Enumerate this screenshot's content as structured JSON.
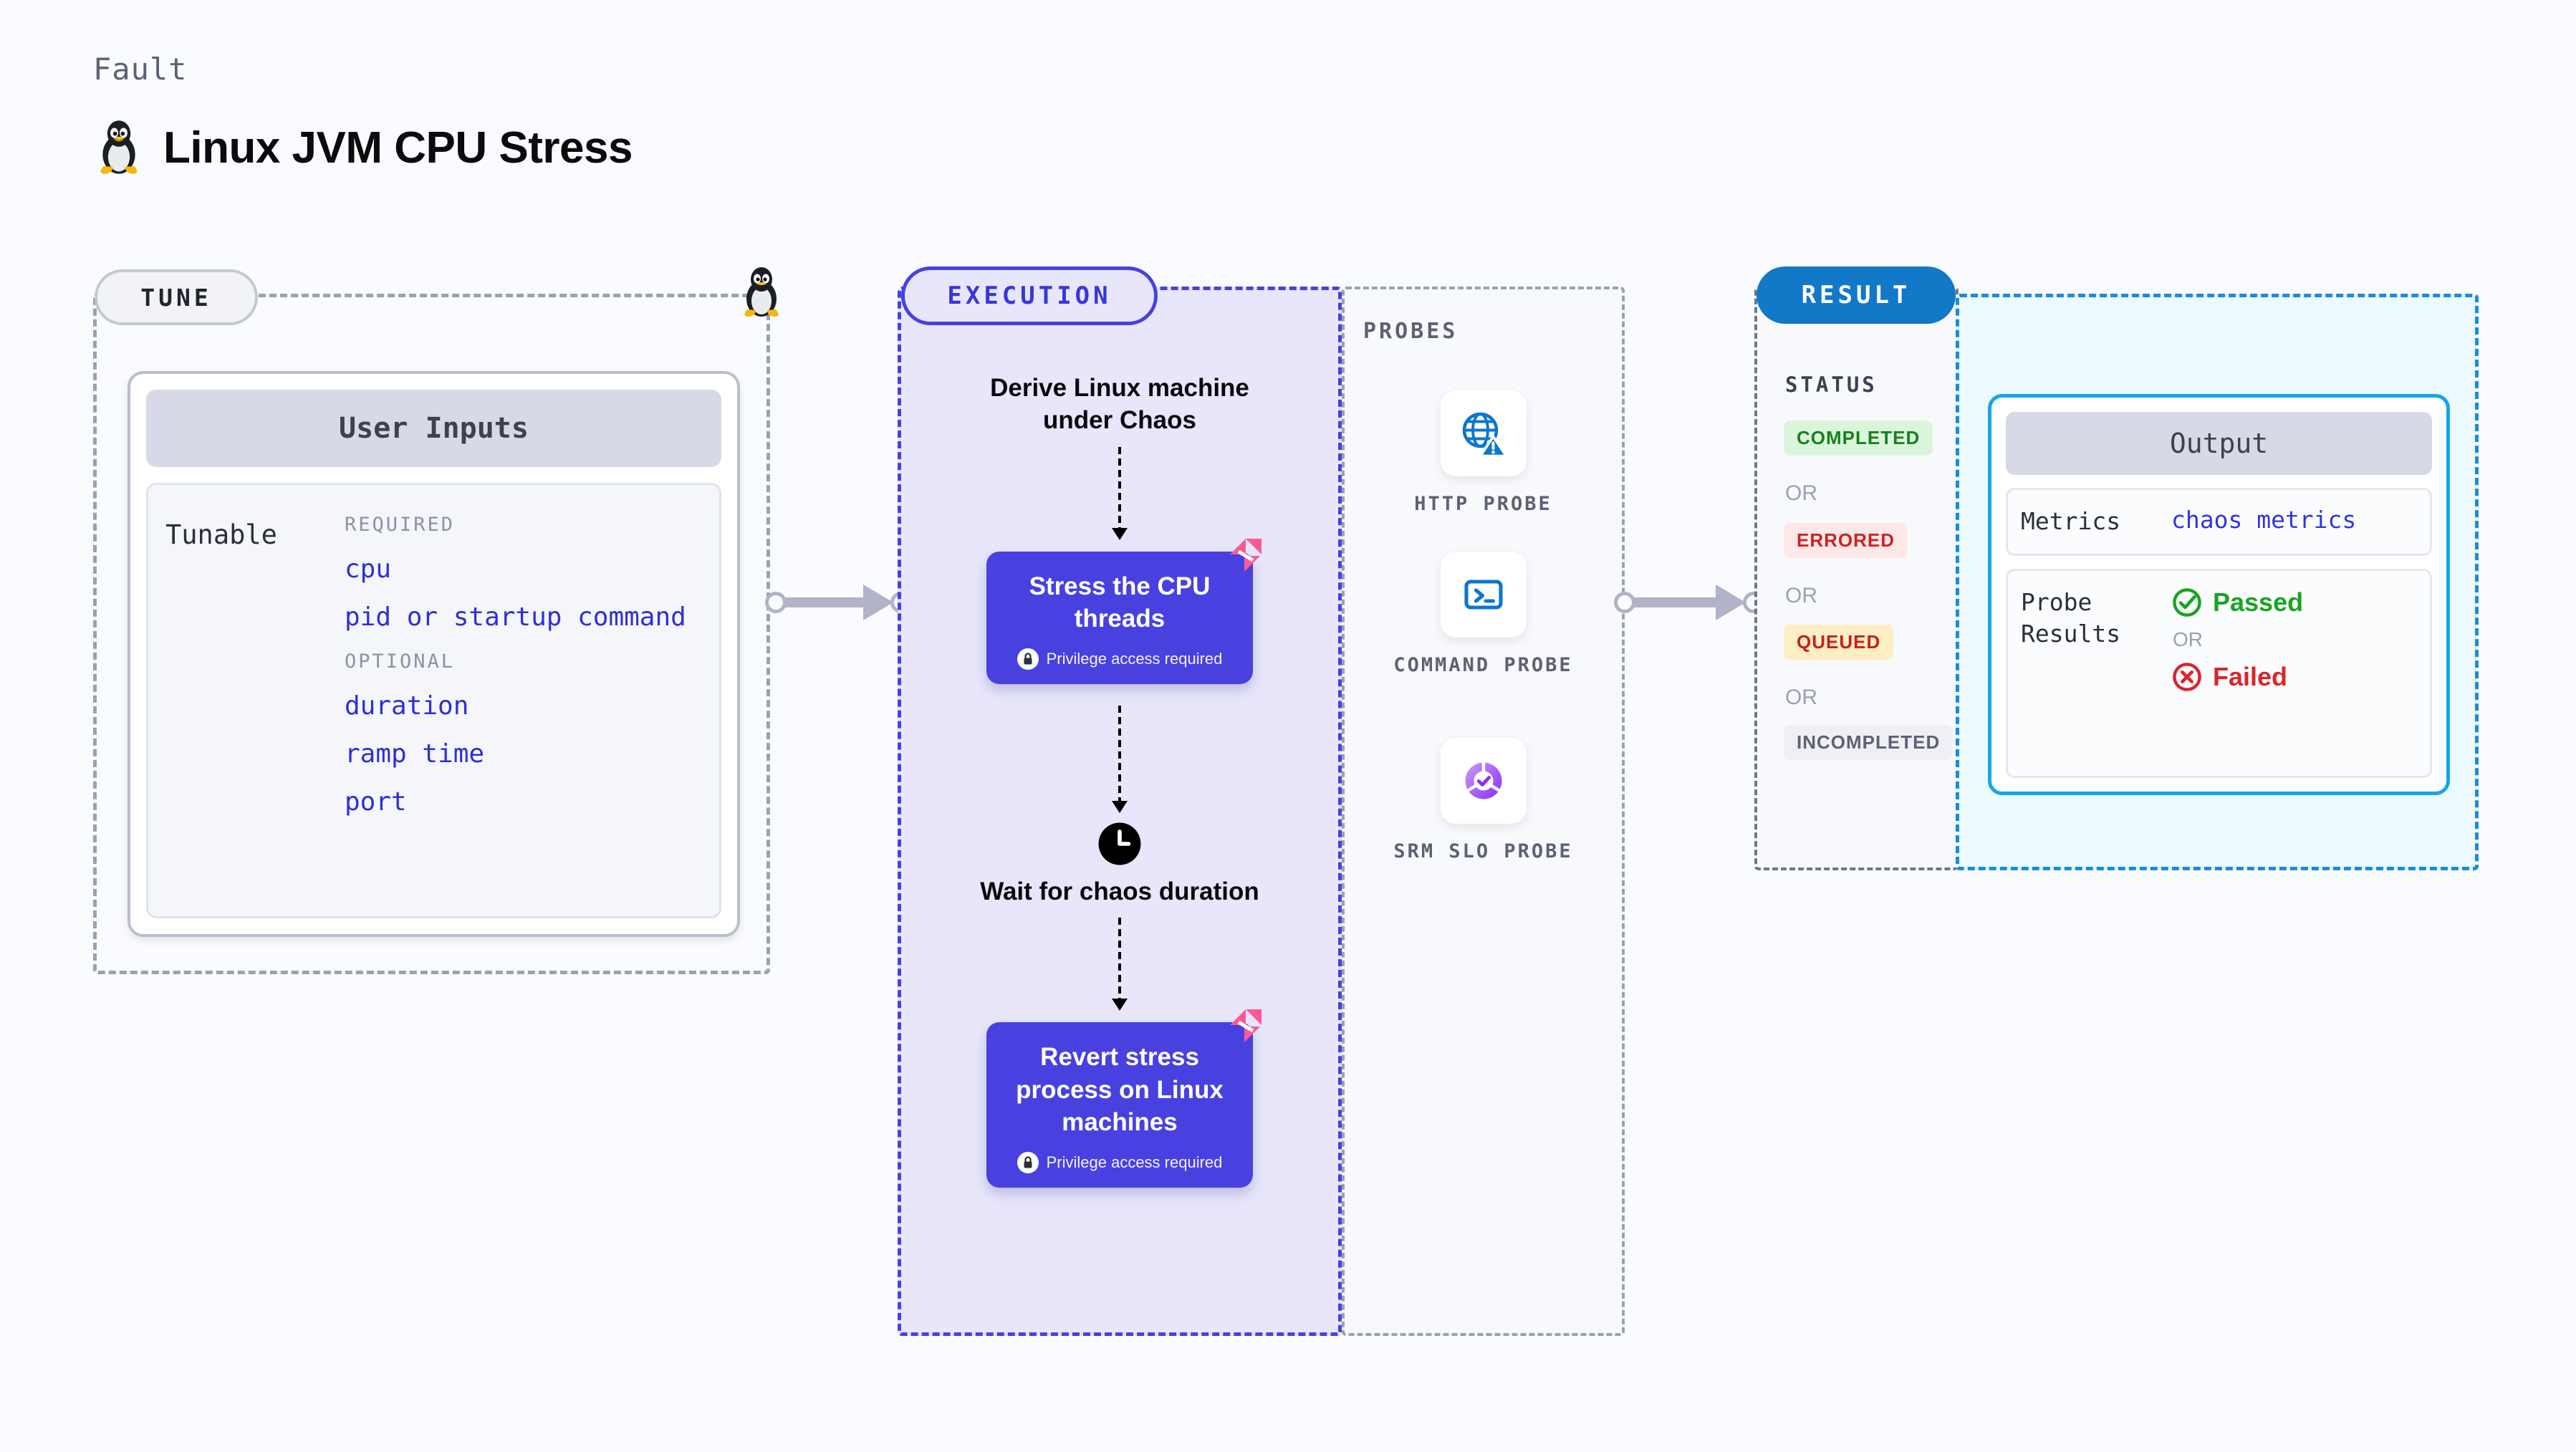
{
  "header": {
    "kicker": "Fault",
    "title": "Linux JVM CPU Stress",
    "icon": "tux-penguin-icon"
  },
  "tune": {
    "badge": "TUNE",
    "card_title": "User Inputs",
    "tunable_label": "Tunable",
    "groups": [
      {
        "heading": "REQUIRED",
        "items": [
          "cpu",
          "pid or startup command"
        ]
      },
      {
        "heading": "OPTIONAL",
        "items": [
          "duration",
          "ramp time",
          "port"
        ]
      }
    ]
  },
  "execution": {
    "badge": "EXECUTION",
    "step1_text": "Derive Linux machine under Chaos",
    "card1_title": "Stress the CPU threads",
    "card1_note": "Privilege access required",
    "wait_text": "Wait for chaos duration",
    "card2_title": "Revert stress process on Linux machines",
    "card2_note": "Privilege access required"
  },
  "probes": {
    "label": "PROBES",
    "items": [
      {
        "name": "HTTP PROBE",
        "icon": "globe-warning-icon"
      },
      {
        "name": "COMMAND PROBE",
        "icon": "terminal-icon"
      },
      {
        "name": "SRM SLO PROBE",
        "icon": "slo-donut-check-icon"
      }
    ]
  },
  "result": {
    "badge": "RESULT",
    "status_label": "STATUS",
    "or_label": "OR",
    "statuses": [
      {
        "label": "COMPLETED",
        "bg": "#dbf5dc",
        "fg": "#17821d"
      },
      {
        "label": "ERRORED",
        "bg": "#fde8e8",
        "fg": "#cf2222"
      },
      {
        "label": "QUEUED",
        "bg": "#fdeec4",
        "fg": "#c52020"
      },
      {
        "label": "INCOMPLETED",
        "bg": "#eef0f5",
        "fg": "#5b6274"
      }
    ],
    "output": {
      "title": "Output",
      "metrics_key": "Metrics",
      "metrics_value": "chaos metrics",
      "probe_key": "Probe Results",
      "passed": "Passed",
      "failed": "Failed",
      "or_label": "OR"
    }
  },
  "colors": {
    "page_bg": "#f9fbfe",
    "execution_accent": "#4841e0",
    "result_accent": "#1278c8",
    "output_accent": "#16a5e8",
    "tunable_value": "#2f2fd6",
    "pink_logo": "#fb5a92"
  }
}
